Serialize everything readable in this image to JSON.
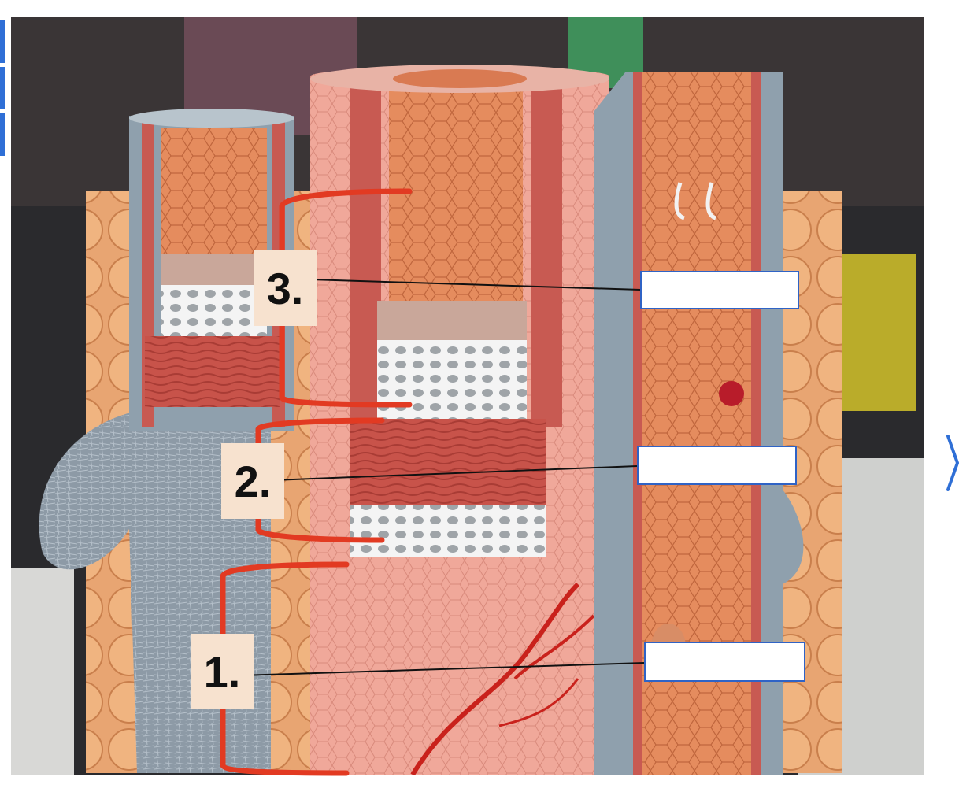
{
  "labels": [
    {
      "id": "label-1",
      "text": "1."
    },
    {
      "id": "label-2",
      "text": "2."
    },
    {
      "id": "label-3",
      "text": "3."
    }
  ],
  "answer_boxes": [
    {
      "for": "1.",
      "value": ""
    },
    {
      "for": "2.",
      "value": ""
    },
    {
      "for": "3.",
      "value": ""
    }
  ],
  "colors": {
    "bracket": "#e23a22",
    "leader_line": "#111111",
    "label_bg": "#f7e2cf",
    "box_border": "#2f63c6",
    "tab_accent": "#2f6fd6"
  },
  "icons": [
    "next-chevron-icon"
  ]
}
